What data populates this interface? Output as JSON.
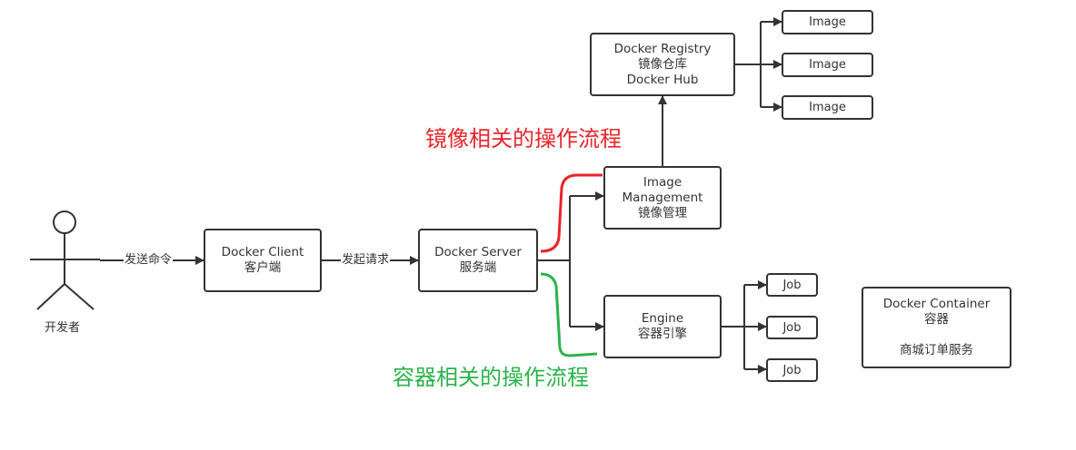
{
  "actor": {
    "label": "开发者"
  },
  "nodes": {
    "client": {
      "line1": "Docker Client",
      "line2": "客户端"
    },
    "server": {
      "line1": "Docker Server",
      "line2": "服务端"
    },
    "image_mgmt": {
      "line1": "Image",
      "line2": "Management",
      "line3": "镜像管理"
    },
    "engine": {
      "line1": "Engine",
      "line2": "容器引擎"
    },
    "registry": {
      "line1": "Docker Registry",
      "line2": "镜像仓库",
      "line3": "Docker Hub"
    },
    "container": {
      "line1": "Docker Container",
      "line2": "容器",
      "line3": "商城订单服务"
    }
  },
  "images": [
    "Image",
    "Image",
    "Image"
  ],
  "jobs": [
    "Job",
    "Job",
    "Job"
  ],
  "edges": {
    "actor_to_client": "发送命令",
    "client_to_server": "发起请求"
  },
  "flows": {
    "image_flow": {
      "label": "镜像相关的操作流程",
      "color": "#e8242a"
    },
    "container_flow": {
      "label": "容器相关的操作流程",
      "color": "#2bb34a"
    }
  },
  "colors": {
    "stroke": "#333333"
  }
}
